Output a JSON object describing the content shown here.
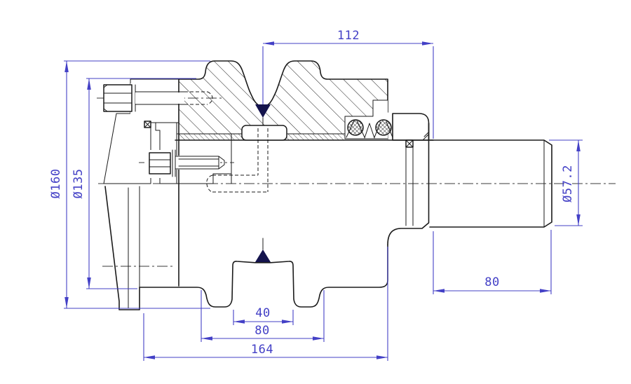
{
  "drawing": {
    "type": "mechanical-section-drawing",
    "subject": "track-roller-assembly",
    "colors": {
      "dimension": "#4340c6",
      "line": "#1b1b1b",
      "background": "#ffffff"
    },
    "dimensions": {
      "center_to_shaft_end": {
        "label": "112"
      },
      "flange_diameter": {
        "label": "Ø160"
      },
      "tread_diameter": {
        "label": "Ø135"
      },
      "shaft_diameter": {
        "label": "Ø57.2"
      },
      "shaft_length": {
        "label": "80"
      },
      "groove_width": {
        "label": "40"
      },
      "flange_span": {
        "label": "80"
      },
      "overall_width": {
        "label": "164"
      }
    }
  }
}
